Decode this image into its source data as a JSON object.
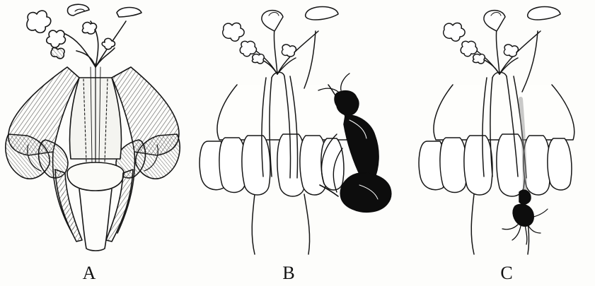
{
  "panels": [
    {
      "id": "A",
      "label": "A",
      "style": "shaded-cross-section"
    },
    {
      "id": "B",
      "label": "B",
      "style": "outline-with-insect"
    },
    {
      "id": "C",
      "label": "C",
      "style": "outline-with-trapped-insect-parts"
    }
  ],
  "colors": {
    "ink": "#161616",
    "paper": "#fdfdfb",
    "hatch": "#5a5a5a",
    "insect": "#0d0d0d"
  }
}
